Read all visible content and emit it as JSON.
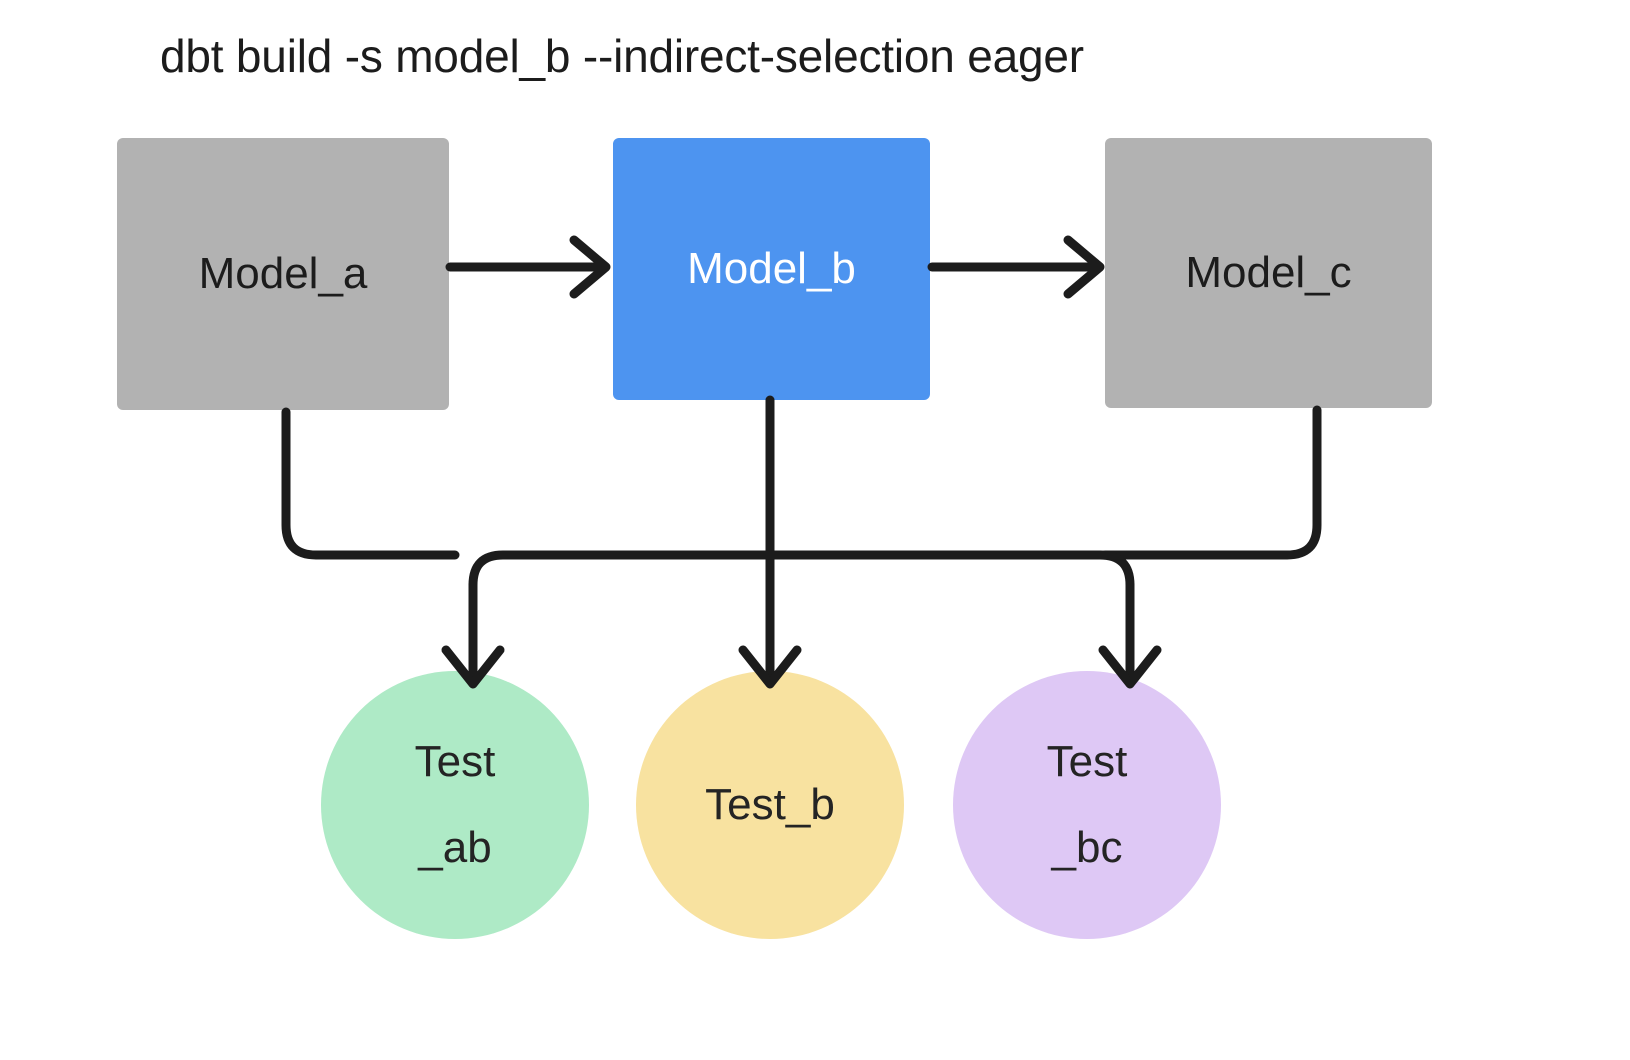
{
  "title": "dbt build -s model_b --indirect-selection eager",
  "colors": {
    "background": "#ffffff",
    "model_default": "#b2b2b2",
    "model_selected": "#4d94f0",
    "model_selected_text": "#ffffff",
    "model_default_text": "#1c1c1c",
    "test_ab": "#aeeac6",
    "test_b": "#f8e2a0",
    "test_bc": "#dec8f5",
    "edge": "#1c1c1c",
    "test_text": "#242424"
  },
  "diagram": {
    "type": "dag",
    "models": [
      {
        "id": "model_a",
        "label": "Model_a",
        "selected": false,
        "shape": "rect"
      },
      {
        "id": "model_b",
        "label": "Model_b",
        "selected": true,
        "shape": "rect"
      },
      {
        "id": "model_c",
        "label": "Model_c",
        "selected": false,
        "shape": "rect"
      }
    ],
    "tests": [
      {
        "id": "test_ab",
        "label": "Test\n_ab",
        "color_key": "test_ab",
        "shape": "circle"
      },
      {
        "id": "test_b",
        "label": "Test_b",
        "color_key": "test_b",
        "shape": "circle"
      },
      {
        "id": "test_bc",
        "label": "Test\n_bc",
        "color_key": "test_bc",
        "shape": "circle"
      }
    ],
    "edges": [
      {
        "from": "model_a",
        "to": "model_b",
        "kind": "model-to-model"
      },
      {
        "from": "model_b",
        "to": "model_c",
        "kind": "model-to-model"
      },
      {
        "from": "model_a",
        "to": "test_ab",
        "kind": "model-to-test"
      },
      {
        "from": "model_b",
        "to": "test_ab",
        "kind": "model-to-test"
      },
      {
        "from": "model_b",
        "to": "test_b",
        "kind": "model-to-test"
      },
      {
        "from": "model_b",
        "to": "test_bc",
        "kind": "model-to-test"
      },
      {
        "from": "model_c",
        "to": "test_bc",
        "kind": "model-to-test"
      }
    ]
  }
}
